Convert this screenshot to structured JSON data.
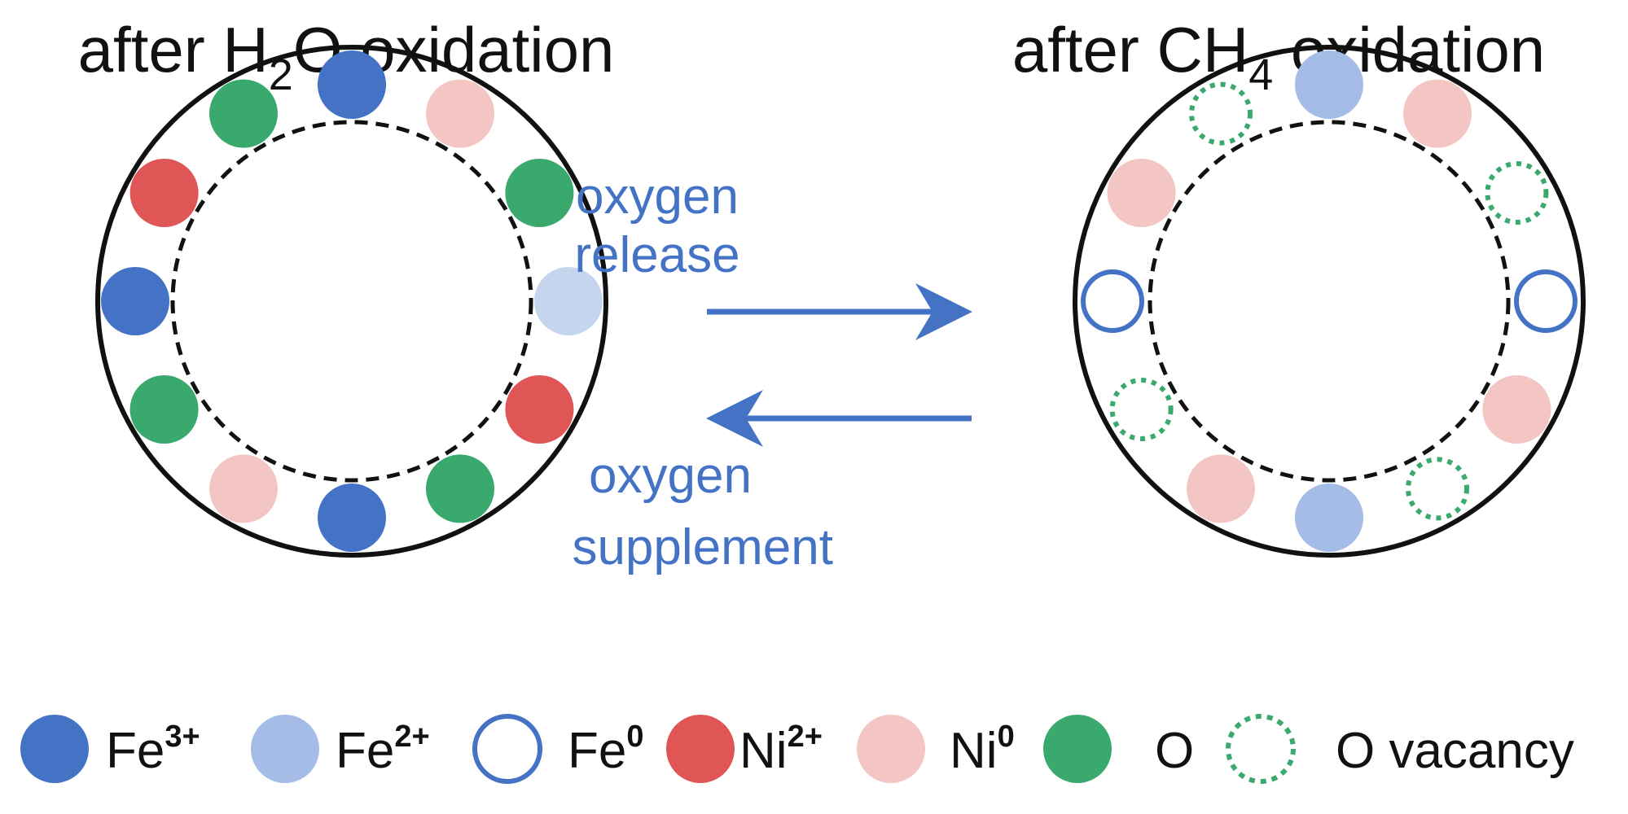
{
  "titles": {
    "left": {
      "prefix": "after H",
      "sub": "2",
      "suffix": "O oxidation"
    },
    "right": {
      "prefix": "after CH",
      "sub": "4",
      "suffix": " oxidation"
    }
  },
  "process": {
    "forward_line1": "oxygen",
    "forward_line2": "release",
    "reverse_line1": "oxygen",
    "reverse_line2": "supplement"
  },
  "legend": [
    {
      "symbol": "Fe",
      "sup": "3+",
      "name": "Fe3+"
    },
    {
      "symbol": "Fe",
      "sup": "2+",
      "name": "Fe2+"
    },
    {
      "symbol": "Fe",
      "sup": "0",
      "name": "Fe0"
    },
    {
      "symbol": "Ni",
      "sup": "2+",
      "name": "Ni2+"
    },
    {
      "symbol": "Ni",
      "sup": "0",
      "name": "Ni0"
    },
    {
      "symbol": "O",
      "sup": "",
      "name": "O"
    },
    {
      "symbol": "O vacancy",
      "sup": "",
      "name": "O vacancy"
    }
  ],
  "colors": {
    "fe3": "#4472c4",
    "fe2": "#a4bce6",
    "fe2_light": "#c5d5ee",
    "fe0_outline": "#4472c4",
    "ni2": "#e05555",
    "ni0": "#f4c6c3",
    "o": "#3aa96e",
    "o_vacancy_outline": "#3aa96e",
    "arrow": "#4472c4",
    "ring": "#111111"
  },
  "particles": {
    "left_ring": [
      "fe3",
      "ni0",
      "o",
      "fe2_light",
      "ni2",
      "o",
      "fe3",
      "ni0",
      "o",
      "fe3",
      "ni2",
      "o"
    ],
    "right_ring": [
      "fe2",
      "ni0",
      "o_vacancy",
      "fe0",
      "ni0",
      "o_vacancy",
      "fe2",
      "ni0",
      "o_vacancy",
      "fe0",
      "ni0",
      "o_vacancy"
    ]
  }
}
